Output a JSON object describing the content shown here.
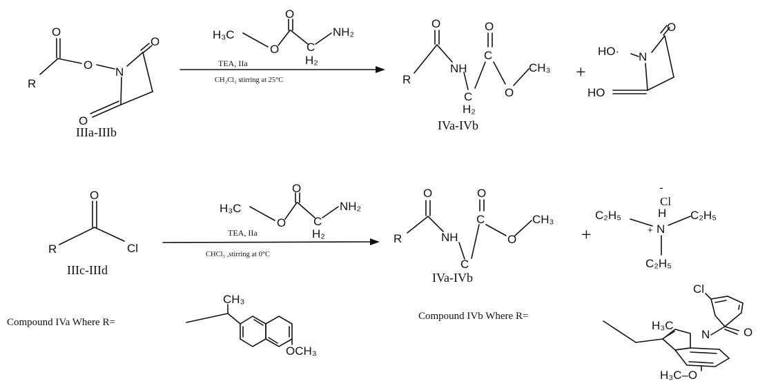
{
  "atoms": {
    "O": "O",
    "N": "N",
    "R": "R",
    "NH": "NH",
    "C": "C",
    "Cl": "Cl",
    "H": "H",
    "HO": "HO",
    "HO_dot": "HO·",
    "H3C": "H₃C",
    "NH2": "NH₂",
    "H2": "H₂",
    "CH3": "CH₃",
    "C2H5": "C₂H₅",
    "plus_charge": "+",
    "minus_charge": "-",
    "OCH3": "OCH₃",
    "H3C_O": "H₃C–O",
    "C_ket": "C"
  },
  "reaction1": {
    "reactant_label": "IIIa-IIIb",
    "product_label": "IVa-IVb",
    "condition_above": "TEA,   IIa",
    "condition_below": "CH₂Cl₂ stirring at 25°C",
    "plus": "+"
  },
  "reaction2": {
    "reactant_label": "IIIc-IIId",
    "product_label": "IVa-IVb",
    "condition_above": "TEA,   IIa",
    "condition_below": "CHCl₃ ,stirring  at 0°C",
    "plus": "+"
  },
  "captions": {
    "compound_a": "Compound IVa  Where R=",
    "compound_b": "Compound IVb  Where R="
  }
}
